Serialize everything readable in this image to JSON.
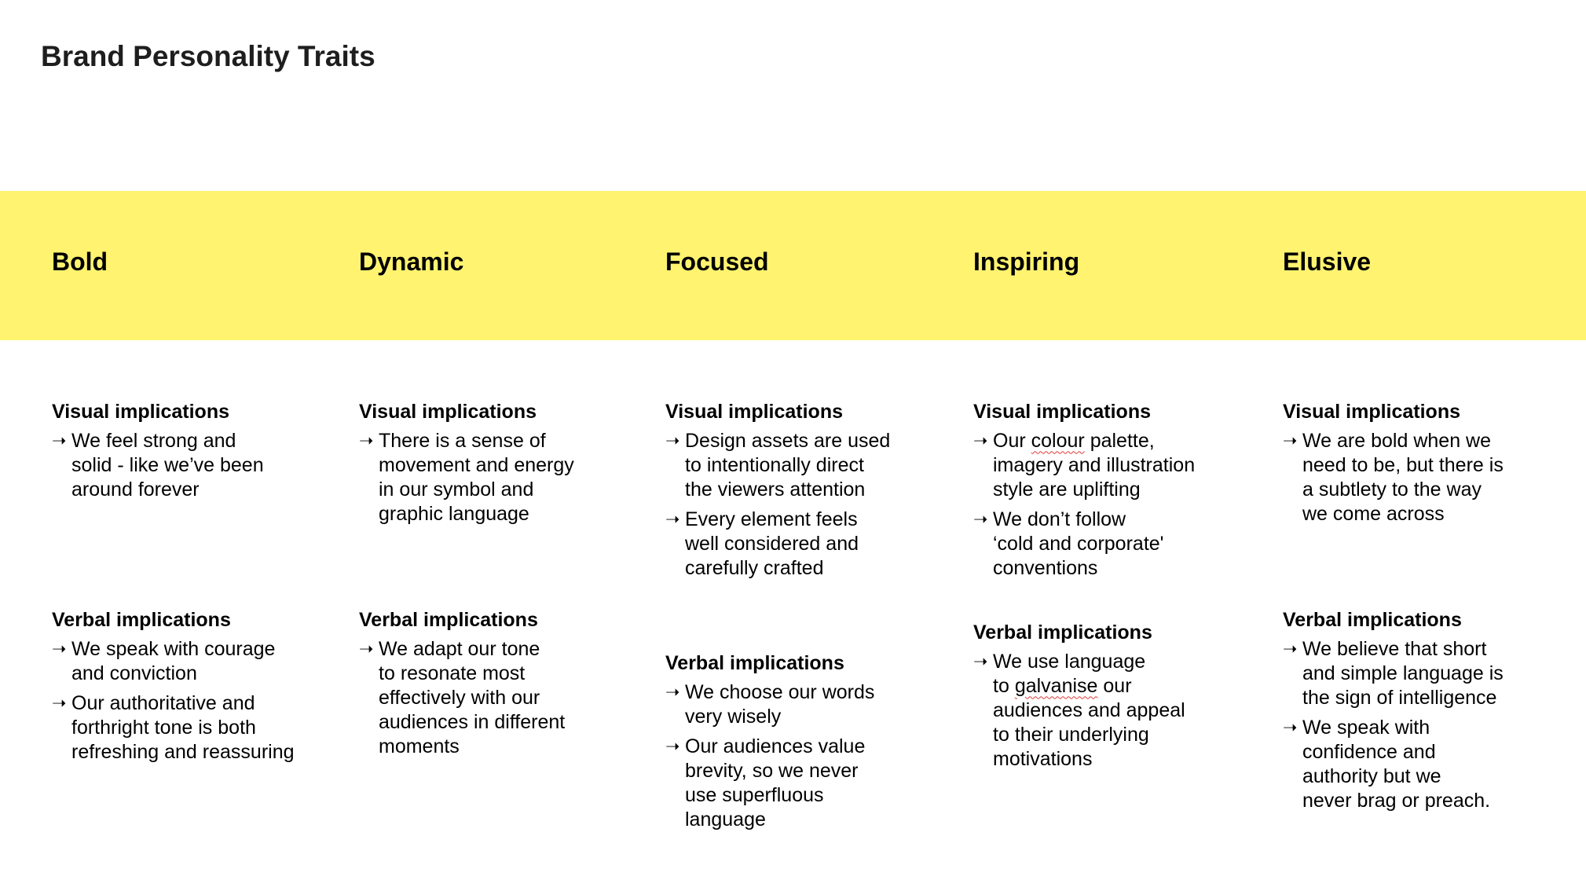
{
  "page": {
    "title": "Brand Personality Traits",
    "band_color": "#fff36f"
  },
  "columns": [
    {
      "trait": "Bold",
      "visual_heading": "Visual implications",
      "visual": [
        "We feel strong and\nsolid - like we’ve been\naround forever"
      ],
      "verbal_heading": "Verbal implications",
      "verbal": [
        "We speak with courage\nand conviction",
        "Our authoritative and\nforthright tone is both\nrefreshing and reassuring"
      ]
    },
    {
      "trait": "Dynamic",
      "visual_heading": "Visual implications",
      "visual": [
        "There is a sense of\nmovement and energy\nin our symbol and\ngraphic language"
      ],
      "verbal_heading": "Verbal implications",
      "verbal": [
        "We adapt our tone\nto resonate most\neffectively with our\naudiences in different\nmoments"
      ]
    },
    {
      "trait": "Focused",
      "visual_heading": "Visual implications",
      "visual": [
        "Design assets are used\nto intentionally direct\nthe viewers attention",
        "Every element feels\nwell considered and\ncarefully crafted"
      ],
      "verbal_heading": "Verbal implications",
      "verbal": [
        "We choose our words\nvery wisely",
        "Our audiences value\nbrevity, so we never\nuse superfluous\nlanguage"
      ]
    },
    {
      "trait": "Inspiring",
      "visual_heading": "Visual implications",
      "visual": [
        "Our colour palette,\nimagery and illustration\nstyle are uplifting",
        "We don’t follow\n‘cold and corporate'\nconventions"
      ],
      "verbal_heading": "Verbal implications",
      "verbal": [
        "We use language\nto galvanise our\naudiences and appeal\nto their underlying\nmotivations"
      ]
    },
    {
      "trait": "Elusive",
      "visual_heading": "Visual implications",
      "visual": [
        "We are bold when we\nneed to be, but there is\na subtlety to the way\nwe come across"
      ],
      "verbal_heading": "Verbal implications",
      "verbal": [
        "We believe that short\nand simple language is\nthe sign of intelligence",
        "We speak with\nconfidence and\nauthority but we\nnever brag or preach."
      ]
    }
  ],
  "bullet_arrow": "➝",
  "spellcheck_flagged_words": [
    "colour",
    "galvanise"
  ]
}
